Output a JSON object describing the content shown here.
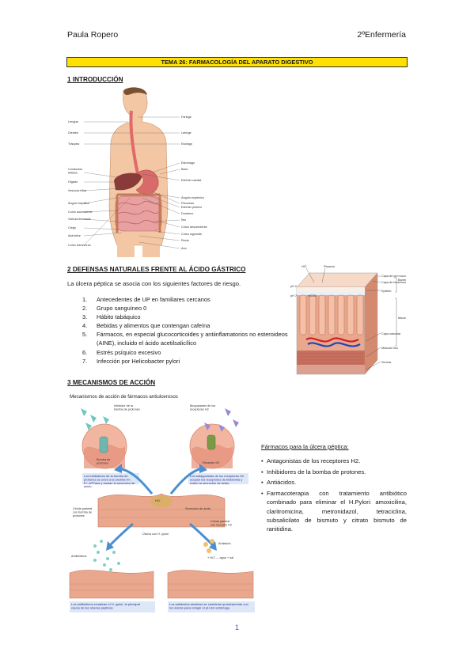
{
  "header": {
    "author": "Paula Ropero",
    "course": "2ºEnfermería"
  },
  "title": "TEMA 26: FARMACOLOGÍA DEL APARATO DIGESTIVO",
  "sections": {
    "intro": "1 INTRODUCCIÓN",
    "defenses": "2 DEFENSAS NATURALES FRENTE AL ÁCIDO GÁSTRICO",
    "mechanisms": "3 MECANISMOS DE ACCIÓN"
  },
  "figure1": {
    "left_labels": [
      "Lengua",
      "Dientes",
      "Tráquea",
      "Conductos biliares",
      "Hígado",
      "Vesícula biliar",
      "Ángulo hepático",
      "Colon ascendente",
      "Válvula ileocecal",
      "Ciego",
      "Apéndice",
      "Colon transverso"
    ],
    "right_labels": [
      "Faringe",
      "Laringe",
      "Esófago",
      "Estómago",
      "Bazo",
      "Esfínter cardial",
      "Ángulo esplénico",
      "Páncreas",
      "Esfínter pilórico",
      "Duodeno",
      "Íleo",
      "Colon descendente",
      "Colon sigmoide",
      "Recto",
      "Ano"
    ]
  },
  "defenses": {
    "intro": "La úlcera péptica se asocia con los siguientes factores de riesgo.",
    "risks": [
      {
        "n": "1.",
        "text": "Antecedentes de UP en familiares cercanos"
      },
      {
        "n": "2.",
        "text": "Grupo sanguíneo 0"
      },
      {
        "n": "3.",
        "text": "Hábito tabáquico"
      },
      {
        "n": "4.",
        "text": "Bebidas y alimentos que contengan cafeína"
      },
      {
        "n": "5.",
        "text": "Fármacos, en especial glucocorticoides y antiinflamatorios no esteroideos (AINE), incluido el ácido acetilsalicílico"
      },
      {
        "n": "6.",
        "text": "Estrés psíquico excesivo"
      },
      {
        "n": "7.",
        "text": "Infección por Helicobacter pylori"
      }
    ]
  },
  "figure2": {
    "labels": [
      "HCl",
      "Pepsina",
      "Capa de gel mucoso",
      "Capa de bicarbonato",
      "Barrera mucosa",
      "pH 2",
      "pH 7",
      "HCO3",
      "Epitelio",
      "Mucosa gástrica",
      "Capa vascular",
      "Músculo liso",
      "Serosa"
    ]
  },
  "figure3": {
    "title": "Mecanismos de acción de fármacos antiulcerosos",
    "labels": {
      "ppi_inhibitor": "Inhibidor de la bomba de protones",
      "h2_blockers": "Bloqueantes de los receptores H2",
      "pump": "Bomba de protones",
      "h2_receptor": "Receptor H2",
      "ppi_caption": "Los inhibidores de la bomba de protones se unen a la enzima H+, K+-ATPasa y anulan la secreción de ácido.",
      "h2_caption": "Los antagonistas de los receptores H2 ocupan los receptores de histamina y evitan la secreción de ácido.",
      "hcl": "HCl",
      "acid_secretion": "Secreción de ácido",
      "parietal_pump": "Célula parietal con bomba de protones",
      "parietal_receptor": "Célula parietal con receptor H2",
      "ulcer": "Úlcera con H. pylori",
      "antibiotics": "Antibióticos",
      "antacid": "Antiácido",
      "reaction": "+ HCl → agua + sal",
      "antibiotic_caption": "Los antibióticos erradican el H. pylori, la principal causa de las úlceras pépticas.",
      "antacid_caption": "Los antiácidos alcalinos se combinan químicamente con los ácidos para rebajar el pH del estómago."
    }
  },
  "drugs": {
    "subtitle": "Fármacos para la úlcera péptica:",
    "items": [
      "Antagonistas de los receptores H2.",
      "Inhibidores de la bomba de protones.",
      "Antiácidos.",
      "Farmacoterapia con tratamiento antibiótico combinado para eliminar el H.Pylori: amoxicilina, claritromicina, metronidazol, tetraciclina, subsalicilato de bismuto y citrato bismuto de ranitidina."
    ]
  },
  "page_number": "1",
  "colors": {
    "title_bg": "#ffe000",
    "page_number": "#3a60b0",
    "tissue": "#e8a08a",
    "arrow": "#4a8fd0",
    "caption_bg": "#dce8f6"
  }
}
